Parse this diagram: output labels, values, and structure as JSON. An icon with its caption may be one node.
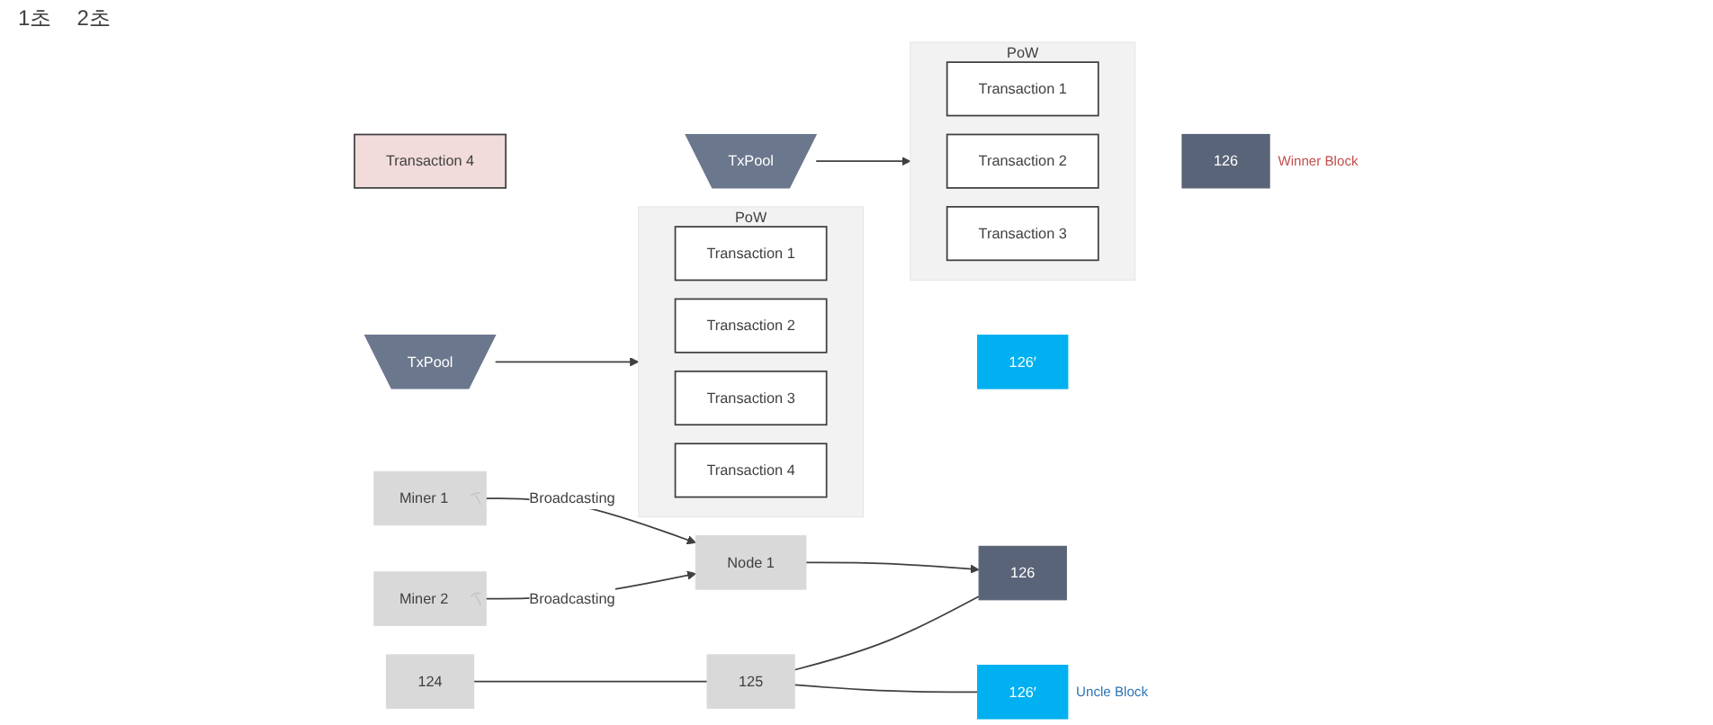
{
  "diagram": {
    "nodes": [
      {
        "text": [
          "Miner 1"
        ]
      },
      {
        "text": [
          "Node 1"
        ]
      },
      {
        "text": [
          "PoW"
        ]
      },
      {
        "text": [
          "Transaction 1"
        ],
        "in": 2
      },
      {
        "text": [
          "Transaction 2"
        ],
        "in": 2
      },
      {
        "text": [
          "Transaction 3"
        ],
        "in": 2
      },
      {
        "text": [
          "126"
        ],
        "beside": [
          "Winner Block"
        ]
      },
      {
        "text": [
          "Transaction 4"
        ]
      },
      {
        "text": [
          "TxPool"
        ]
      },
      {
        "text": [
          "Miner 2"
        ]
      },
      {
        "text": [
          "PoW"
        ]
      },
      {
        "text": [
          "Transaction 1"
        ],
        "in": 10
      },
      {
        "text": [
          "Transaction 2"
        ],
        "in": 10
      },
      {
        "text": [
          "Transaction 3"
        ],
        "in": 10
      },
      {
        "text": [
          "Transaction 4"
        ],
        "in": 10
      },
      {
        "text": [
          "126′"
        ]
      },
      {
        "text": [
          "124"
        ]
      },
      {
        "text": [
          "125"
        ]
      },
      {
        "text": [
          "126"
        ]
      },
      {
        "text": [
          "TxPool"
        ]
      },
      {
        "text": [
          "126′"
        ],
        "beside": [
          "Uncle Block"
        ]
      }
    ],
    "edges": [
      {
        "from": 0,
        "to": 1,
        "arrow": "to",
        "label": "Broadcasting"
      },
      {
        "from": 9,
        "to": 1,
        "arrow": "to",
        "label": "Broadcasting"
      },
      {
        "from": 8,
        "to": 2,
        "arrow": "to"
      },
      {
        "from": 19,
        "to": 10,
        "arrow": "to"
      },
      {
        "from": 1,
        "to": 18,
        "arrow": "to"
      },
      {
        "from": 16,
        "to": 17,
        "arrow": "none"
      },
      {
        "from": 17,
        "to": 18,
        "arrow": "none"
      },
      {
        "from": 17,
        "to": 20,
        "arrow": "none"
      }
    ],
    "labels": [
      "1초",
      "2초"
    ]
  }
}
